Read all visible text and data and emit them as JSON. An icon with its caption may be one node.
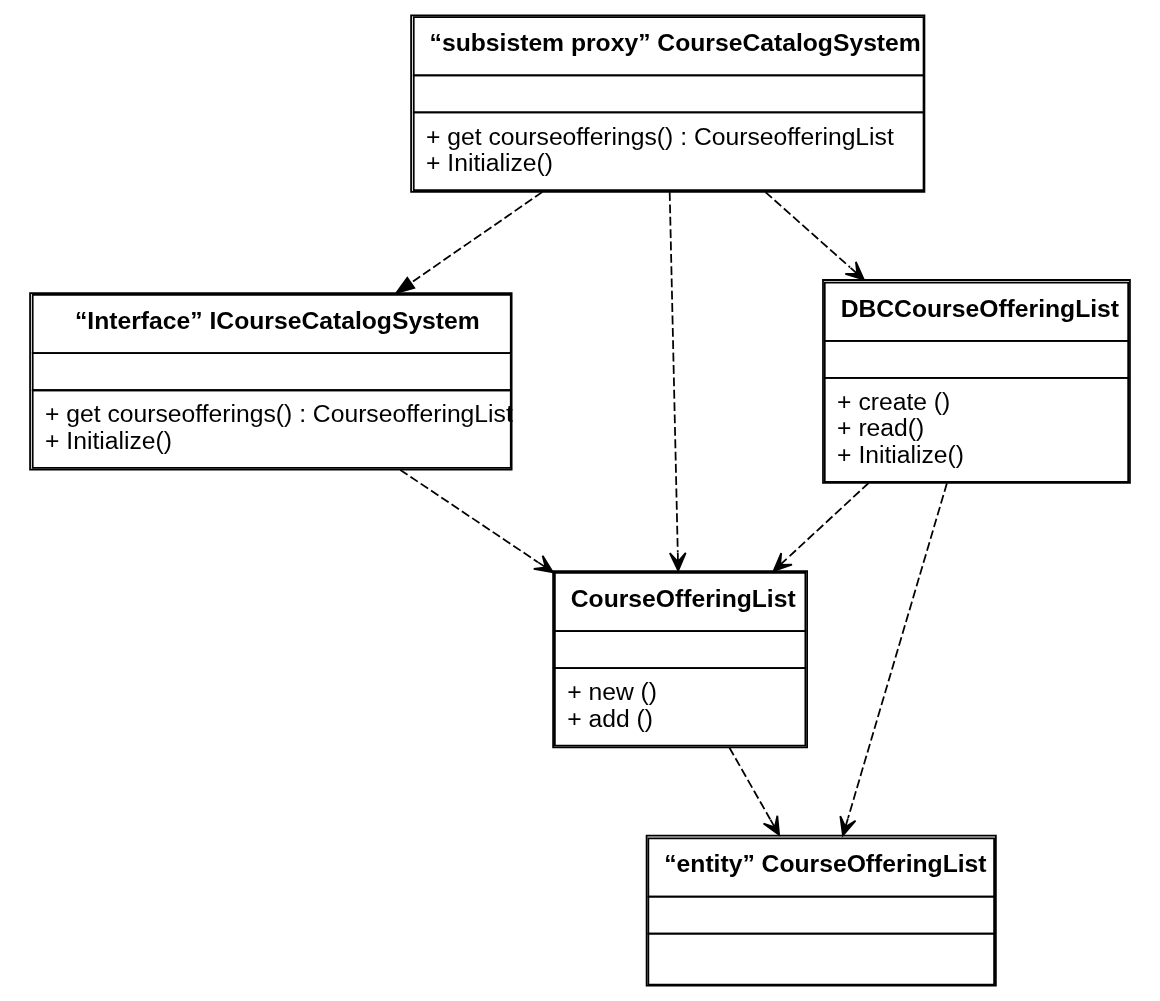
{
  "diagram": {
    "nodes": [
      {
        "text": [
          "“Interface” ICourseCatalogSystem",
          "+ get courseofferings() : CourseofferingList",
          "+ Initialize()"
        ]
      },
      {
        "text": [
          "CourseOfferingList",
          "+ new ()",
          "+ add ()"
        ]
      },
      {
        "text": [
          "“subsistem proxy” CourseCatalogSystem",
          "+ get courseofferings() : CourseofferingList",
          "+ Initialize()"
        ]
      },
      {
        "text": [
          "“entity” CourseOfferingList"
        ]
      },
      {
        "text": [
          "DBCCourseOfferingList",
          "+ create ()",
          "+ read()",
          "+ Initialize()"
        ]
      }
    ],
    "edges": [
      {
        "from": 2,
        "to": 0,
        "arrow": "to",
        "style": "dashed"
      },
      {
        "from": 0,
        "to": 1,
        "arrow": "to",
        "style": "dashed"
      },
      {
        "from": 2,
        "to": 1,
        "arrow": "to",
        "style": "dashed"
      },
      {
        "from": 2,
        "to": 4,
        "arrow": "to",
        "style": "dashed"
      },
      {
        "from": 4,
        "to": 1,
        "arrow": "to",
        "style": "dashed"
      },
      {
        "from": 1,
        "to": 3,
        "arrow": "to",
        "style": "dashed"
      },
      {
        "from": 4,
        "to": 3,
        "arrow": "to",
        "style": "dashed"
      }
    ]
  }
}
